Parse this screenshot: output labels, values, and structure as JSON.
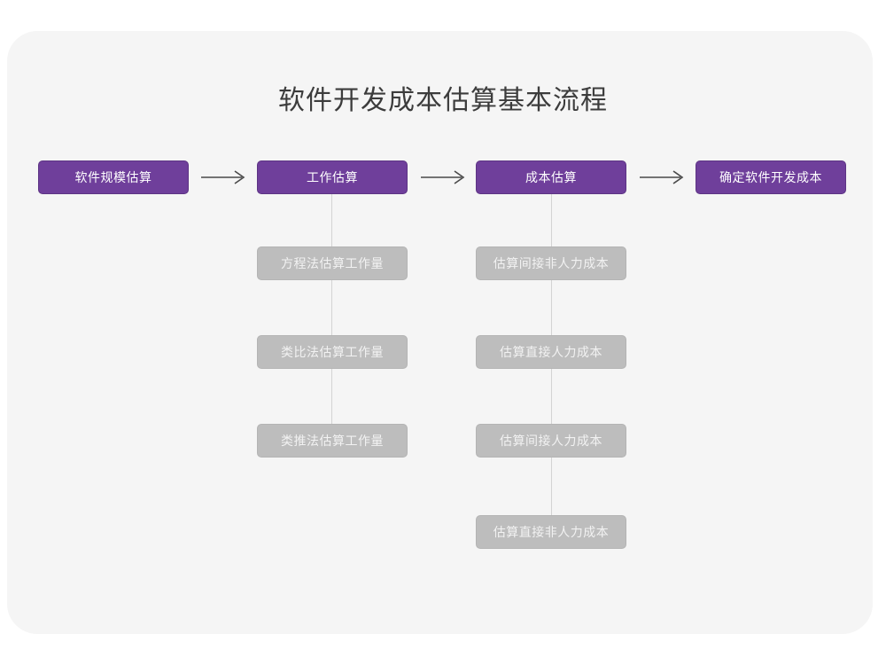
{
  "page": {
    "title": "软件开发成本估算基本流程",
    "background_color": "#ffffff",
    "card_color": "#f5f5f5",
    "accent_color": "#6f3f9b",
    "secondary_color": "#bdbdbd",
    "connector_color": "#d3d3d3",
    "arrow_color": "#4a4a4a"
  },
  "flow": {
    "main_steps": [
      {
        "label": "软件规模估算"
      },
      {
        "label": "工作估算"
      },
      {
        "label": "成本估算"
      },
      {
        "label": "确定软件开发成本"
      }
    ],
    "arrows": [
      {
        "name": "arrow-1",
        "glyph": "→"
      },
      {
        "name": "arrow-2",
        "glyph": "→"
      },
      {
        "name": "arrow-3",
        "glyph": "→"
      }
    ],
    "branches": [
      {
        "parent": "工作估算",
        "items": [
          {
            "label": "方程法估算工作量"
          },
          {
            "label": "类比法估算工作量"
          },
          {
            "label": "类推法估算工作量"
          }
        ]
      },
      {
        "parent": "成本估算",
        "items": [
          {
            "label": "估算间接非人力成本"
          },
          {
            "label": "估算直接人力成本"
          },
          {
            "label": "估算间接人力成本"
          },
          {
            "label": "估算直接非人力成本"
          }
        ]
      }
    ]
  },
  "chart_data": {
    "type": "diagram",
    "title": "软件开发成本估算基本流程",
    "nodes": [
      {
        "id": "n1",
        "label": "软件规模估算",
        "level": "main",
        "column": 1
      },
      {
        "id": "n2",
        "label": "工作估算",
        "level": "main",
        "column": 2
      },
      {
        "id": "n3",
        "label": "成本估算",
        "level": "main",
        "column": 3
      },
      {
        "id": "n4",
        "label": "确定软件开发成本",
        "level": "main",
        "column": 4
      },
      {
        "id": "n2a",
        "label": "方程法估算工作量",
        "level": "sub",
        "parent": "n2"
      },
      {
        "id": "n2b",
        "label": "类比法估算工作量",
        "level": "sub",
        "parent": "n2"
      },
      {
        "id": "n2c",
        "label": "类推法估算工作量",
        "level": "sub",
        "parent": "n2"
      },
      {
        "id": "n3a",
        "label": "估算间接非人力成本",
        "level": "sub",
        "parent": "n3"
      },
      {
        "id": "n3b",
        "label": "估算直接人力成本",
        "level": "sub",
        "parent": "n3"
      },
      {
        "id": "n3c",
        "label": "估算间接人力成本",
        "level": "sub",
        "parent": "n3"
      },
      {
        "id": "n3d",
        "label": "估算直接非人力成本",
        "level": "sub",
        "parent": "n3"
      }
    ],
    "edges": [
      {
        "from": "n1",
        "to": "n2",
        "type": "arrow"
      },
      {
        "from": "n2",
        "to": "n3",
        "type": "arrow"
      },
      {
        "from": "n3",
        "to": "n4",
        "type": "arrow"
      },
      {
        "from": "n2",
        "to": "n2a",
        "type": "line"
      },
      {
        "from": "n2",
        "to": "n2b",
        "type": "line"
      },
      {
        "from": "n2",
        "to": "n2c",
        "type": "line"
      },
      {
        "from": "n3",
        "to": "n3a",
        "type": "line"
      },
      {
        "from": "n3",
        "to": "n3b",
        "type": "line"
      },
      {
        "from": "n3",
        "to": "n3c",
        "type": "line"
      },
      {
        "from": "n3",
        "to": "n3d",
        "type": "line"
      }
    ]
  }
}
